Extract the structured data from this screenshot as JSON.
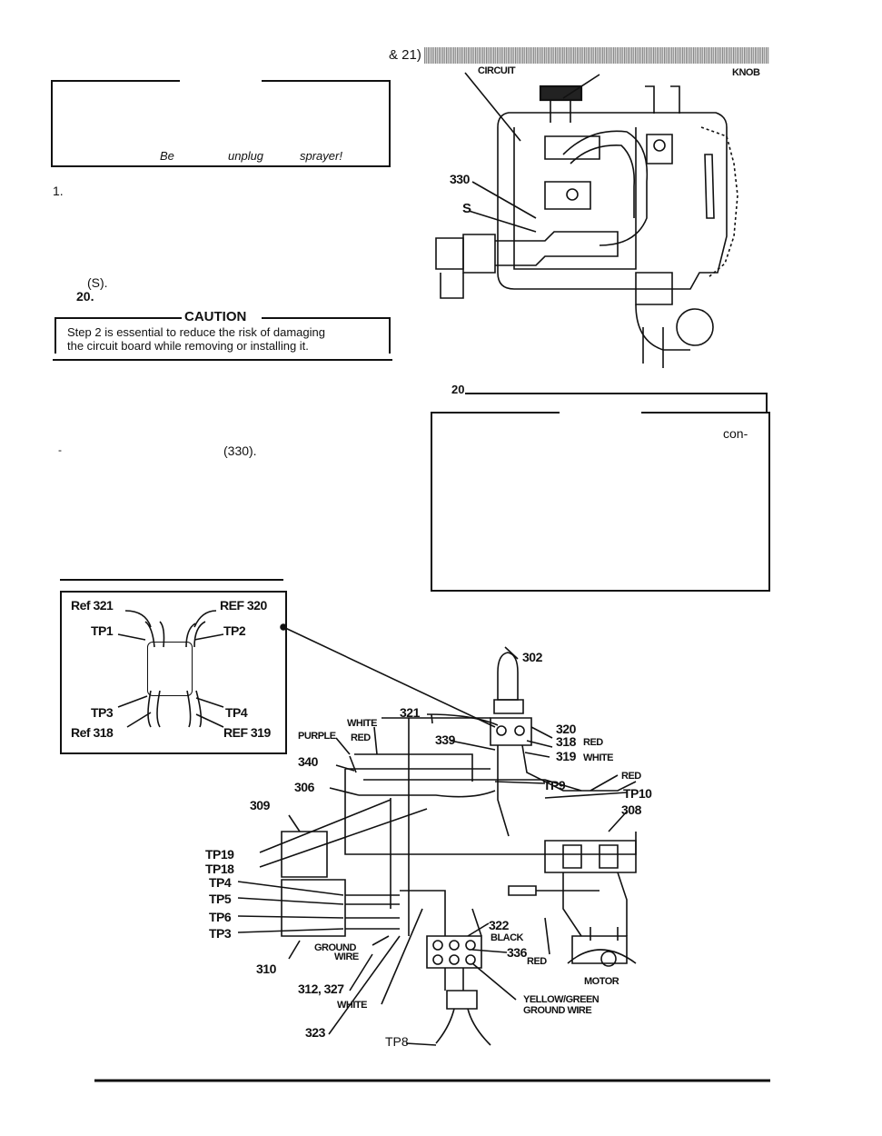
{
  "header": {
    "fig_ref": "& 21)"
  },
  "top_figure": {
    "labels": {
      "circuit": "CIRCUIT",
      "knob": "KNOB",
      "p330": "330",
      "s": "S"
    }
  },
  "warning_box": {
    "text_be": "Be",
    "text_unplug": "unplug",
    "text_sprayer": "sprayer!"
  },
  "steps": {
    "step1_num": "1.",
    "s_ref": "(S).",
    "fig20_ref": "20."
  },
  "caution": {
    "title": "CAUTION",
    "line1": "Step 2 is essential to reduce the risk of damaging",
    "line2": "the circuit board while removing or installing it."
  },
  "mid": {
    "fig20_label": "20",
    "con_text": "con-",
    "dash": "-",
    "ref330": "(330)."
  },
  "inset": {
    "ref321": "Ref 321",
    "ref320": "REF 320",
    "tp1": "TP1",
    "tp2": "TP2",
    "tp3": "TP3",
    "tp4": "TP4",
    "ref318": "Ref 318",
    "ref319": "REF 319"
  },
  "wiring": {
    "p302": "302",
    "white_top": "WHITE",
    "p321": "321",
    "p320": "320",
    "purple": "PURPLE",
    "red_a": "RED",
    "p339": "339",
    "p318": "318",
    "red_318": "RED",
    "p319": "319",
    "white_319": "WHITE",
    "p340": "340",
    "p306": "306",
    "tp9": "TP9",
    "red_b": "RED",
    "tp10": "TP10",
    "p309": "309",
    "p308": "308",
    "tp19": "TP19",
    "tp18": "TP18",
    "tp4": "TP4",
    "tp5": "TP5",
    "tp6": "TP6",
    "tp3": "TP3",
    "ground_wire_1": "GROUND",
    "ground_wire_2": "WIRE",
    "p322": "322",
    "black": "BLACK",
    "p336": "336",
    "red_c": "RED",
    "motor": "MOTOR",
    "p310": "310",
    "p312_327": "312, 327",
    "white_b": "WHITE",
    "yellow_green_1": "YELLOW/GREEN",
    "yellow_green_2": "GROUND WIRE",
    "p323": "323",
    "tp8": "TP8"
  }
}
